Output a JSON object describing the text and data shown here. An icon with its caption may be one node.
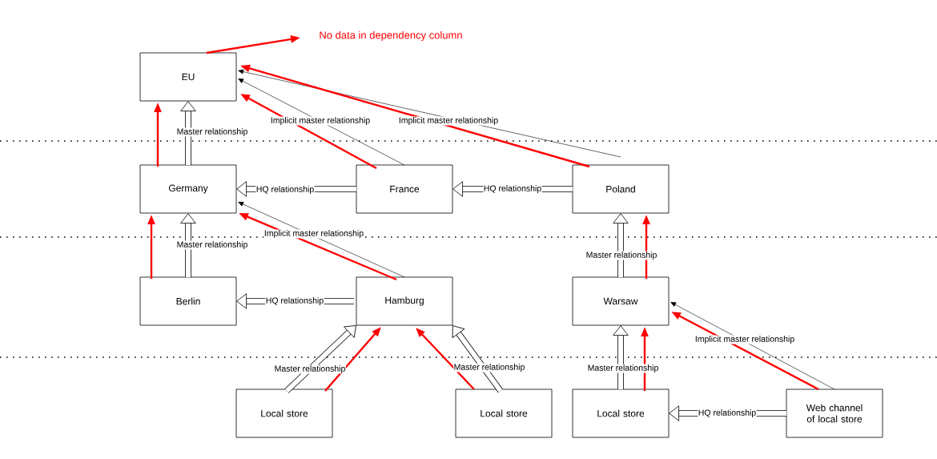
{
  "diagram": {
    "nodes": [
      {
        "text": [
          "EU"
        ]
      },
      {
        "text": [
          "Germany"
        ]
      },
      {
        "text": [
          "France"
        ]
      },
      {
        "text": [
          "Poland"
        ]
      },
      {
        "text": [
          "Berlin"
        ]
      },
      {
        "text": [
          "Hamburg"
        ]
      },
      {
        "text": [
          "Warsaw"
        ]
      },
      {
        "text": [
          "Local store"
        ]
      },
      {
        "text": [
          "Local store"
        ]
      },
      {
        "text": [
          "Local store"
        ]
      },
      {
        "text": [
          "Web channel of local store"
        ]
      },
      {
        "text": [
          "No data in dependency column"
        ]
      }
    ],
    "edges": [
      {
        "from": 0,
        "to": 11,
        "arrow": "to",
        "color": "#ff0000"
      },
      {
        "from": 1,
        "to": 0,
        "arrow": "to",
        "style": "thick",
        "color": "#000000",
        "label": "Master relationship"
      },
      {
        "from": 1,
        "to": 0,
        "arrow": "to",
        "color": "#ff0000"
      },
      {
        "from": 2,
        "to": 0,
        "arrow": "to",
        "color": "#000000",
        "label": "Implicit master relationship"
      },
      {
        "from": 2,
        "to": 0,
        "arrow": "to",
        "color": "#ff0000"
      },
      {
        "from": 3,
        "to": 0,
        "arrow": "to",
        "color": "#000000",
        "label": "Implicit master relationship"
      },
      {
        "from": 3,
        "to": 0,
        "arrow": "to",
        "color": "#ff0000"
      },
      {
        "from": 2,
        "to": 1,
        "arrow": "to",
        "style": "thick",
        "color": "#000000",
        "label": "HQ relationship"
      },
      {
        "from": 3,
        "to": 2,
        "arrow": "to",
        "style": "thick",
        "color": "#000000",
        "label": "HQ relationship"
      },
      {
        "from": 4,
        "to": 1,
        "arrow": "to",
        "style": "thick",
        "color": "#000000",
        "label": "Master relationship"
      },
      {
        "from": 4,
        "to": 1,
        "arrow": "to",
        "color": "#ff0000"
      },
      {
        "from": 5,
        "to": 1,
        "arrow": "to",
        "color": "#000000",
        "label": "Implicit master relationship"
      },
      {
        "from": 5,
        "to": 1,
        "arrow": "to",
        "color": "#ff0000"
      },
      {
        "from": 5,
        "to": 4,
        "arrow": "to",
        "style": "thick",
        "color": "#000000",
        "label": "HQ relationship"
      },
      {
        "from": 6,
        "to": 3,
        "arrow": "to",
        "style": "thick",
        "color": "#000000",
        "label": "Master relationship"
      },
      {
        "from": 6,
        "to": 3,
        "arrow": "to",
        "color": "#ff0000"
      },
      {
        "from": 7,
        "to": 5,
        "arrow": "to",
        "style": "thick",
        "color": "#000000",
        "label": "Master relationship"
      },
      {
        "from": 7,
        "to": 5,
        "arrow": "to",
        "color": "#ff0000"
      },
      {
        "from": 8,
        "to": 5,
        "arrow": "to",
        "style": "thick",
        "color": "#000000",
        "label": "Master relationship"
      },
      {
        "from": 8,
        "to": 5,
        "arrow": "to",
        "color": "#ff0000"
      },
      {
        "from": 9,
        "to": 6,
        "arrow": "to",
        "style": "thick",
        "color": "#000000",
        "label": "Master relationship"
      },
      {
        "from": 9,
        "to": 6,
        "arrow": "to",
        "color": "#ff0000"
      },
      {
        "from": 10,
        "to": 6,
        "arrow": "to",
        "color": "#000000",
        "label": "Implicit master relationship"
      },
      {
        "from": 10,
        "to": 6,
        "arrow": "to",
        "color": "#ff0000"
      },
      {
        "from": 10,
        "to": 9,
        "arrow": "to",
        "style": "thick",
        "color": "#000000",
        "label": "HQ relationship"
      }
    ]
  }
}
